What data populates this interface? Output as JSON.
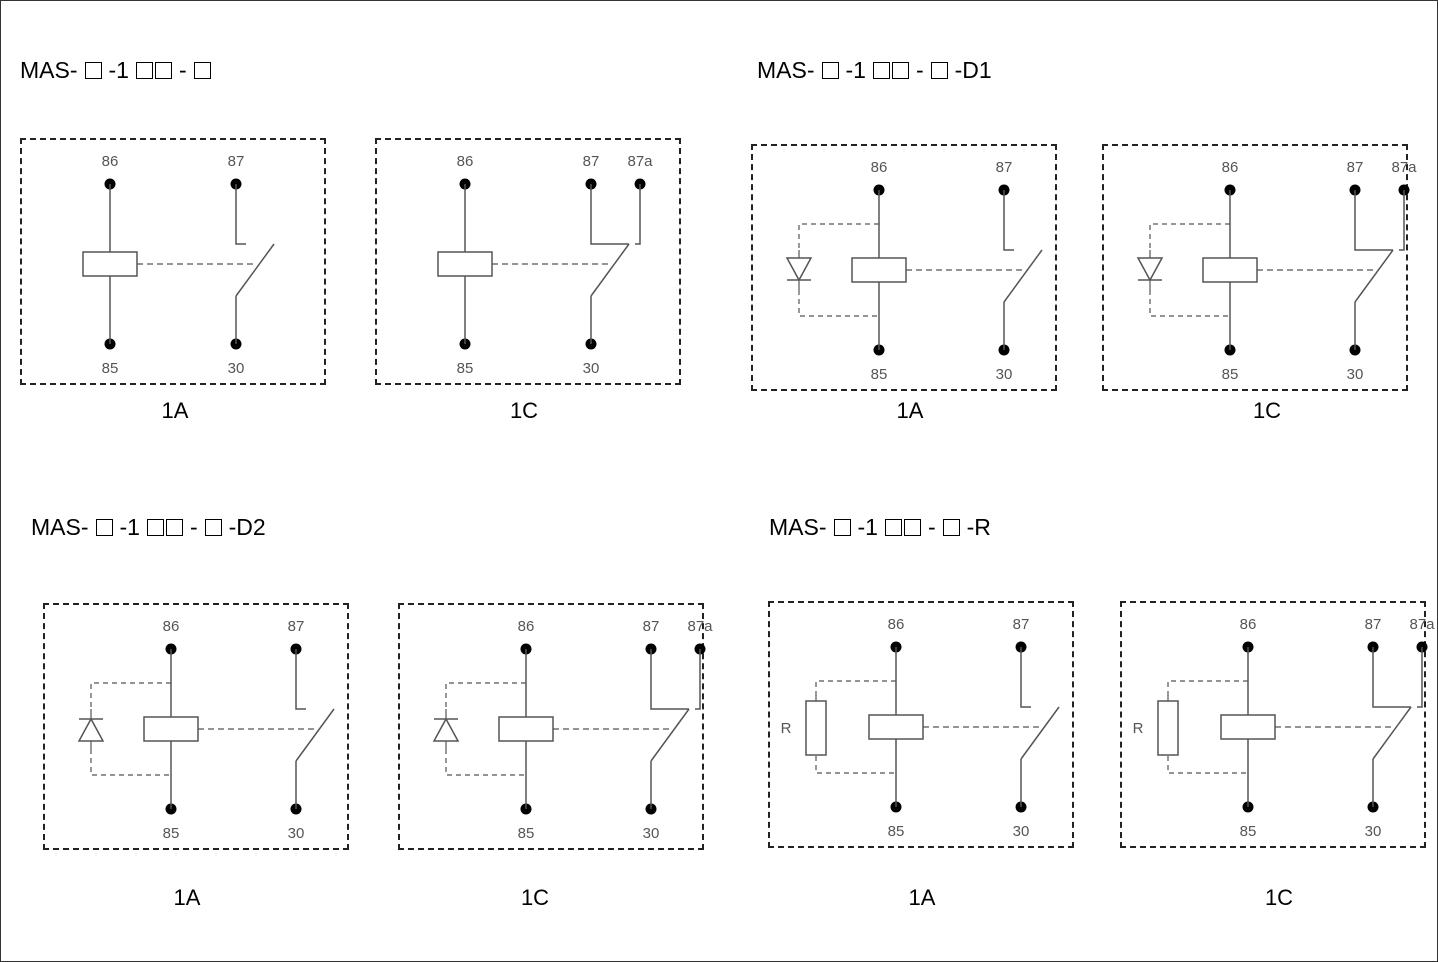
{
  "groups": [
    {
      "title_parts": [
        "MAS-",
        "box",
        "-1",
        "box",
        "box",
        "-",
        "box"
      ],
      "variant": "plain",
      "diagrams": [
        {
          "type": "1A",
          "caption": "1A",
          "pins": {
            "coil_top": "86",
            "coil_bottom": "85",
            "no": "87",
            "common": "30"
          }
        },
        {
          "type": "1C",
          "caption": "1C",
          "pins": {
            "coil_top": "86",
            "coil_bottom": "85",
            "no": "87",
            "nc": "87a",
            "common": "30"
          }
        }
      ]
    },
    {
      "title_parts": [
        "MAS-",
        "box",
        "-1",
        "box",
        "box",
        "-",
        "box",
        "-D1"
      ],
      "variant": "diode-down",
      "diagrams": [
        {
          "type": "1A",
          "caption": "1A",
          "pins": {
            "coil_top": "86",
            "coil_bottom": "85",
            "no": "87",
            "common": "30"
          }
        },
        {
          "type": "1C",
          "caption": "1C",
          "pins": {
            "coil_top": "86",
            "coil_bottom": "85",
            "no": "87",
            "nc": "87a",
            "common": "30"
          }
        }
      ]
    },
    {
      "title_parts": [
        "MAS-",
        "box",
        "-1",
        "box",
        "box",
        "-",
        "box",
        "-D2"
      ],
      "variant": "diode-up",
      "diagrams": [
        {
          "type": "1A",
          "caption": "1A",
          "pins": {
            "coil_top": "86",
            "coil_bottom": "85",
            "no": "87",
            "common": "30"
          }
        },
        {
          "type": "1C",
          "caption": "1C",
          "pins": {
            "coil_top": "86",
            "coil_bottom": "85",
            "no": "87",
            "nc": "87a",
            "common": "30"
          }
        }
      ]
    },
    {
      "title_parts": [
        "MAS-",
        "box",
        "-1",
        "box",
        "box",
        "-",
        "box",
        "-R"
      ],
      "variant": "resistor",
      "resistor_label": "R",
      "diagrams": [
        {
          "type": "1A",
          "caption": "1A",
          "pins": {
            "coil_top": "86",
            "coil_bottom": "85",
            "no": "87",
            "common": "30"
          }
        },
        {
          "type": "1C",
          "caption": "1C",
          "pins": {
            "coil_top": "86",
            "coil_bottom": "85",
            "no": "87",
            "nc": "87a",
            "common": "30"
          }
        }
      ]
    }
  ]
}
